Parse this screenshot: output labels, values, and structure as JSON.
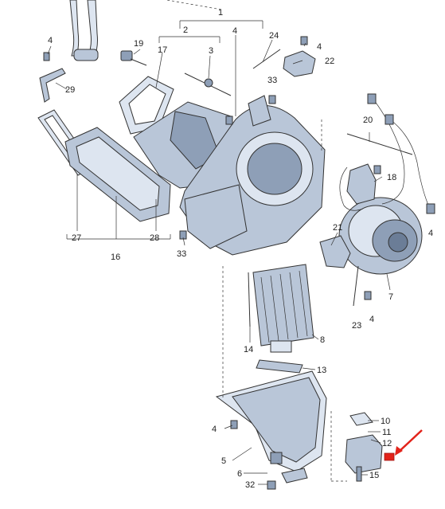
{
  "diagram": {
    "colors": {
      "part_light": "#dde5f0",
      "part_mid": "#b9c6d8",
      "part_dark": "#8e9fb7",
      "line": "#333333",
      "highlight": "#e2231a"
    },
    "callouts": [
      {
        "id": "c1",
        "text": "1"
      },
      {
        "id": "c2",
        "text": "2"
      },
      {
        "id": "c3",
        "text": "3"
      },
      {
        "id": "c4a",
        "text": "4"
      },
      {
        "id": "c4b",
        "text": "4"
      },
      {
        "id": "c4c",
        "text": "4"
      },
      {
        "id": "c4d",
        "text": "4"
      },
      {
        "id": "c4e",
        "text": "4"
      },
      {
        "id": "c4f",
        "text": "4"
      },
      {
        "id": "c5",
        "text": "5"
      },
      {
        "id": "c6",
        "text": "6"
      },
      {
        "id": "c7",
        "text": "7"
      },
      {
        "id": "c8",
        "text": "8"
      },
      {
        "id": "c10",
        "text": "10"
      },
      {
        "id": "c11",
        "text": "11"
      },
      {
        "id": "c12",
        "text": "12"
      },
      {
        "id": "c13",
        "text": "13"
      },
      {
        "id": "c14",
        "text": "14"
      },
      {
        "id": "c15",
        "text": "15"
      },
      {
        "id": "c16",
        "text": "16"
      },
      {
        "id": "c17",
        "text": "17"
      },
      {
        "id": "c18",
        "text": "18"
      },
      {
        "id": "c19",
        "text": "19"
      },
      {
        "id": "c20",
        "text": "20"
      },
      {
        "id": "c21",
        "text": "21"
      },
      {
        "id": "c22",
        "text": "22"
      },
      {
        "id": "c23",
        "text": "23"
      },
      {
        "id": "c24",
        "text": "24"
      },
      {
        "id": "c27",
        "text": "27"
      },
      {
        "id": "c28",
        "text": "28"
      },
      {
        "id": "c29",
        "text": "29"
      },
      {
        "id": "c32",
        "text": "32"
      },
      {
        "id": "c33a",
        "text": "33"
      },
      {
        "id": "c33b",
        "text": "33"
      }
    ]
  }
}
